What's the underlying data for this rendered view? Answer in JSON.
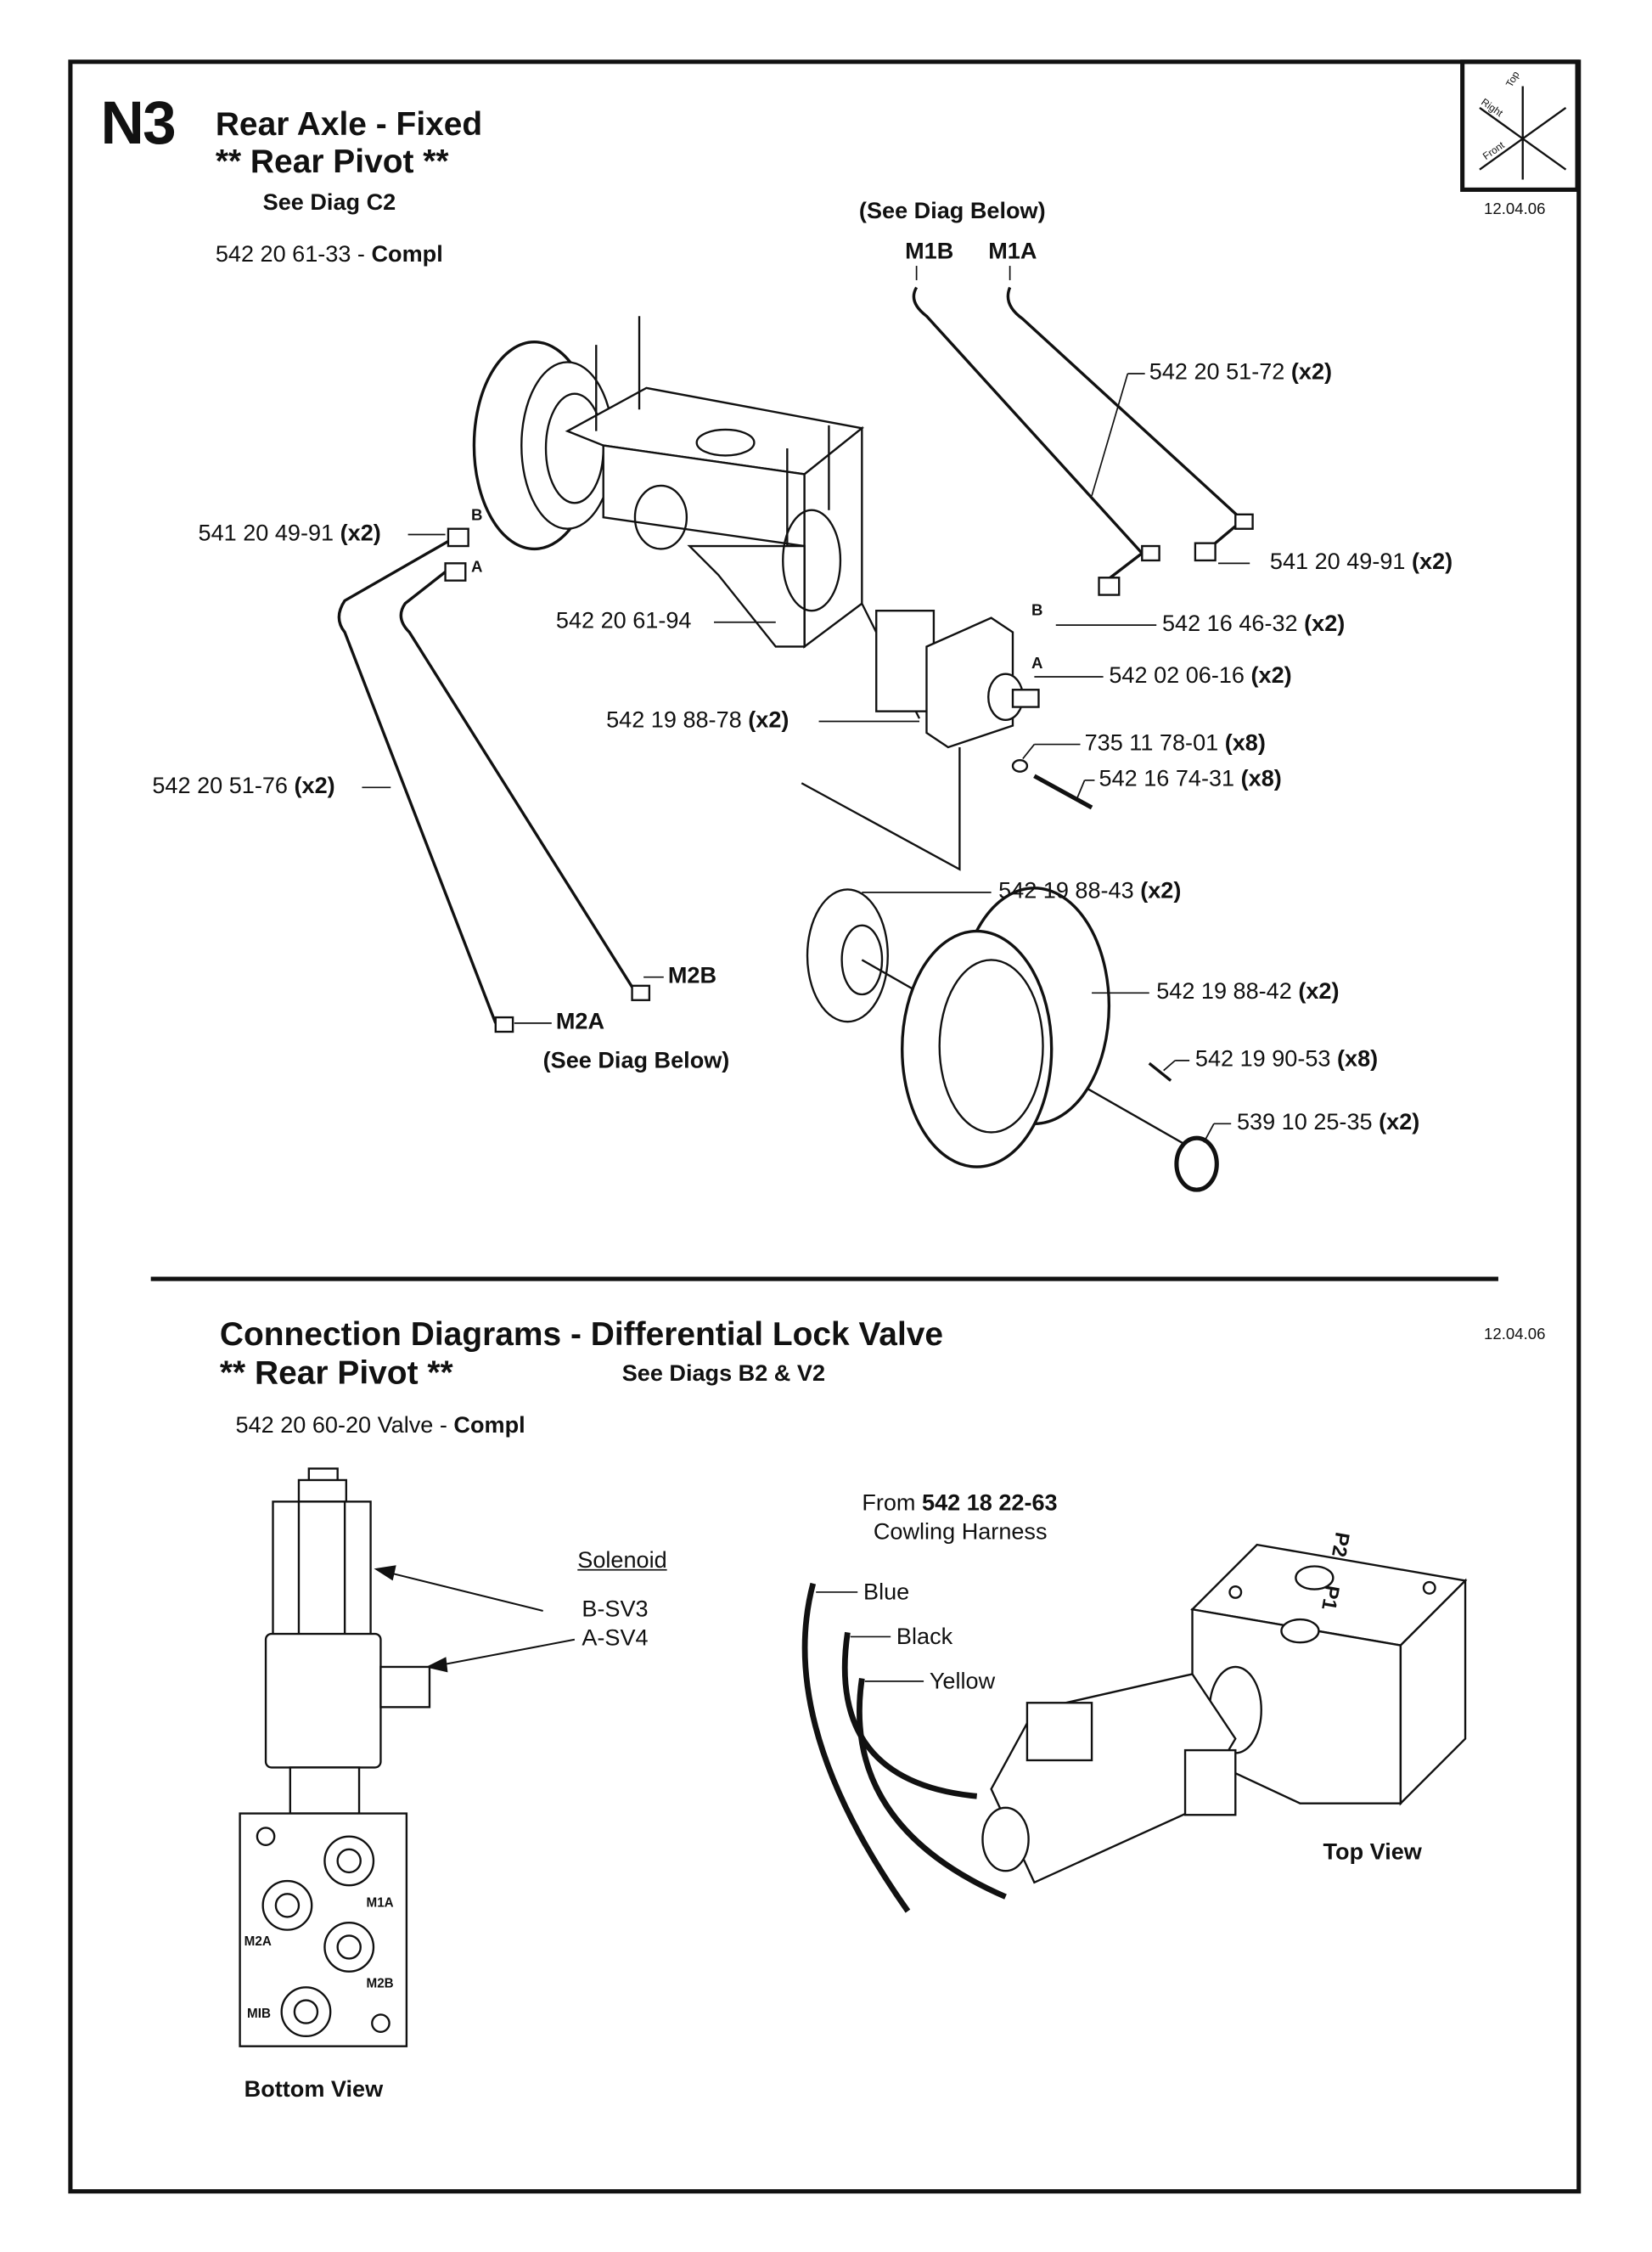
{
  "header": {
    "section_code": "N3",
    "title": "Rear Axle - Fixed",
    "subtitle": "** Rear Pivot **",
    "see_diag": "See Diag C2",
    "assembly_number": "542 20 61-33 -",
    "assembly_suffix": "Compl",
    "date": "12.04.06",
    "compass": {
      "top": "Top",
      "right": "Right",
      "front": "Front"
    }
  },
  "axle_diagram": {
    "see_below_top": "(See Diag Below)",
    "m1b": "M1B",
    "m1a": "M1A",
    "m2b": "M2B",
    "m2a": "M2A",
    "see_below_bottom": "(See Diag Below)",
    "port_b": "B",
    "port_a": "A",
    "callouts": [
      {
        "part": "542 20 51-72",
        "qty": "(x2)"
      },
      {
        "part": "541 20 49-91",
        "qty": "(x2)"
      },
      {
        "part": "542 16 46-32",
        "qty": "(x2)"
      },
      {
        "part": "542 02 06-16",
        "qty": "(x2)"
      },
      {
        "part": "735 11 78-01",
        "qty": "(x8)"
      },
      {
        "part": "542 16 74-31",
        "qty": "(x8)"
      },
      {
        "part": "542 19 88-43",
        "qty": "(x2)"
      },
      {
        "part": "542 19 88-42",
        "qty": "(x2)"
      },
      {
        "part": "542 19 90-53",
        "qty": "(x8)"
      },
      {
        "part": "539 10 25-35",
        "qty": "(x2)"
      },
      {
        "part": "541 20 49-91",
        "qty": "(x2)"
      },
      {
        "part": "542 20 61-94",
        "qty": ""
      },
      {
        "part": "542 19 88-78",
        "qty": "(x2)"
      },
      {
        "part": "542 20 51-76",
        "qty": "(x2)"
      }
    ]
  },
  "connection": {
    "title": "Connection Diagrams - Differential Lock Valve",
    "subtitle": "** Rear Pivot **",
    "see_diags": "See Diags B2 &  V2",
    "date": "12.04.06",
    "valve_number": "542 20 60-20 Valve -",
    "valve_suffix": "Compl",
    "solenoid_heading": "Solenoid",
    "solenoid_b": "B-SV3",
    "solenoid_a": "A-SV4",
    "bottom_view": "Bottom View",
    "ports": {
      "m1a": "M1A",
      "m2a": "M2A",
      "m2b": "M2B",
      "m1b": "MIB",
      "p1": "P1",
      "p2": "P2"
    },
    "from_label": "From",
    "from_part": "542 18 22-63",
    "harness": "Cowling Harness",
    "wires": [
      "Blue",
      "Black",
      "Yellow"
    ],
    "top_view": "Top View"
  }
}
